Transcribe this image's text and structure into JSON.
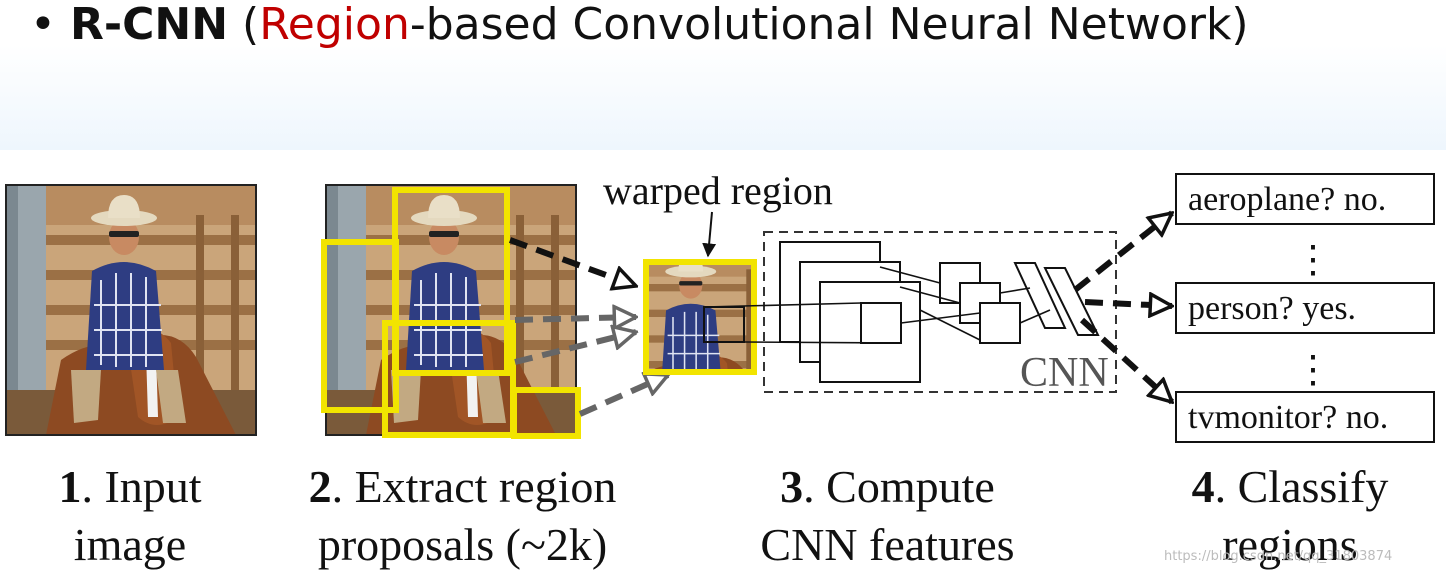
{
  "heading": {
    "bullet": "•",
    "abbr": "R-CNN",
    "open_paren": " (",
    "highlight": "Region",
    "rest": "-based Convolutional Neural Network)"
  },
  "diagram": {
    "warped_region_label": "warped region",
    "cnn_label": "CNN",
    "class_outputs": [
      "aeroplane? no.",
      "person? yes.",
      "tvmonitor? no."
    ],
    "ellipsis": "⋮",
    "steps": [
      {
        "num": "1",
        "line1": ". Input",
        "line2": "image"
      },
      {
        "num": "2",
        "line1": ". Extract region",
        "line2": "proposals (~2k)"
      },
      {
        "num": "3",
        "line1": ". Compute",
        "line2": "CNN features"
      },
      {
        "num": "4",
        "line1": ". Classify",
        "line2": "regions"
      }
    ],
    "colors": {
      "proposal_box": "#f2e400",
      "arrow_dark": "#111111",
      "arrow_grey": "#666666"
    }
  },
  "watermark": "https://blog.csdn.net/qq_31803874"
}
